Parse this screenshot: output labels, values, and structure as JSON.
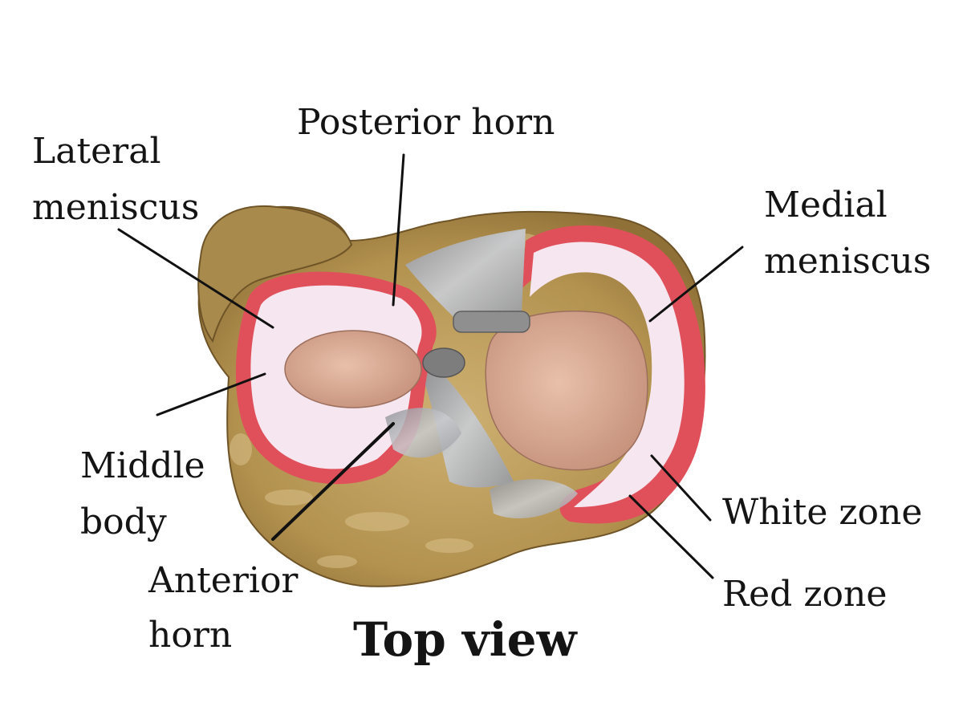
{
  "labels": {
    "posterior_horn": "Posterior horn",
    "lateral_meniscus_line1": "Lateral",
    "lateral_meniscus_line2": "meniscus",
    "medial_meniscus_line1": "Medial",
    "medial_meniscus_line2": "meniscus",
    "middle_body_line1": "Middle",
    "middle_body_line2": "body",
    "anterior_horn_line1": "Anterior",
    "anterior_horn_line2": "horn",
    "white_zone": "White zone",
    "red_zone": "Red zone"
  },
  "title": "Top view",
  "colors": {
    "bone": "#b89a5a",
    "bone_dark": "#8a6c38",
    "cartilage": "#d9a58d",
    "meniscus_white": "#f6e6ef",
    "meniscus_red": "#e0505a",
    "ligament": "#a7a9ad",
    "text": "#141414"
  }
}
